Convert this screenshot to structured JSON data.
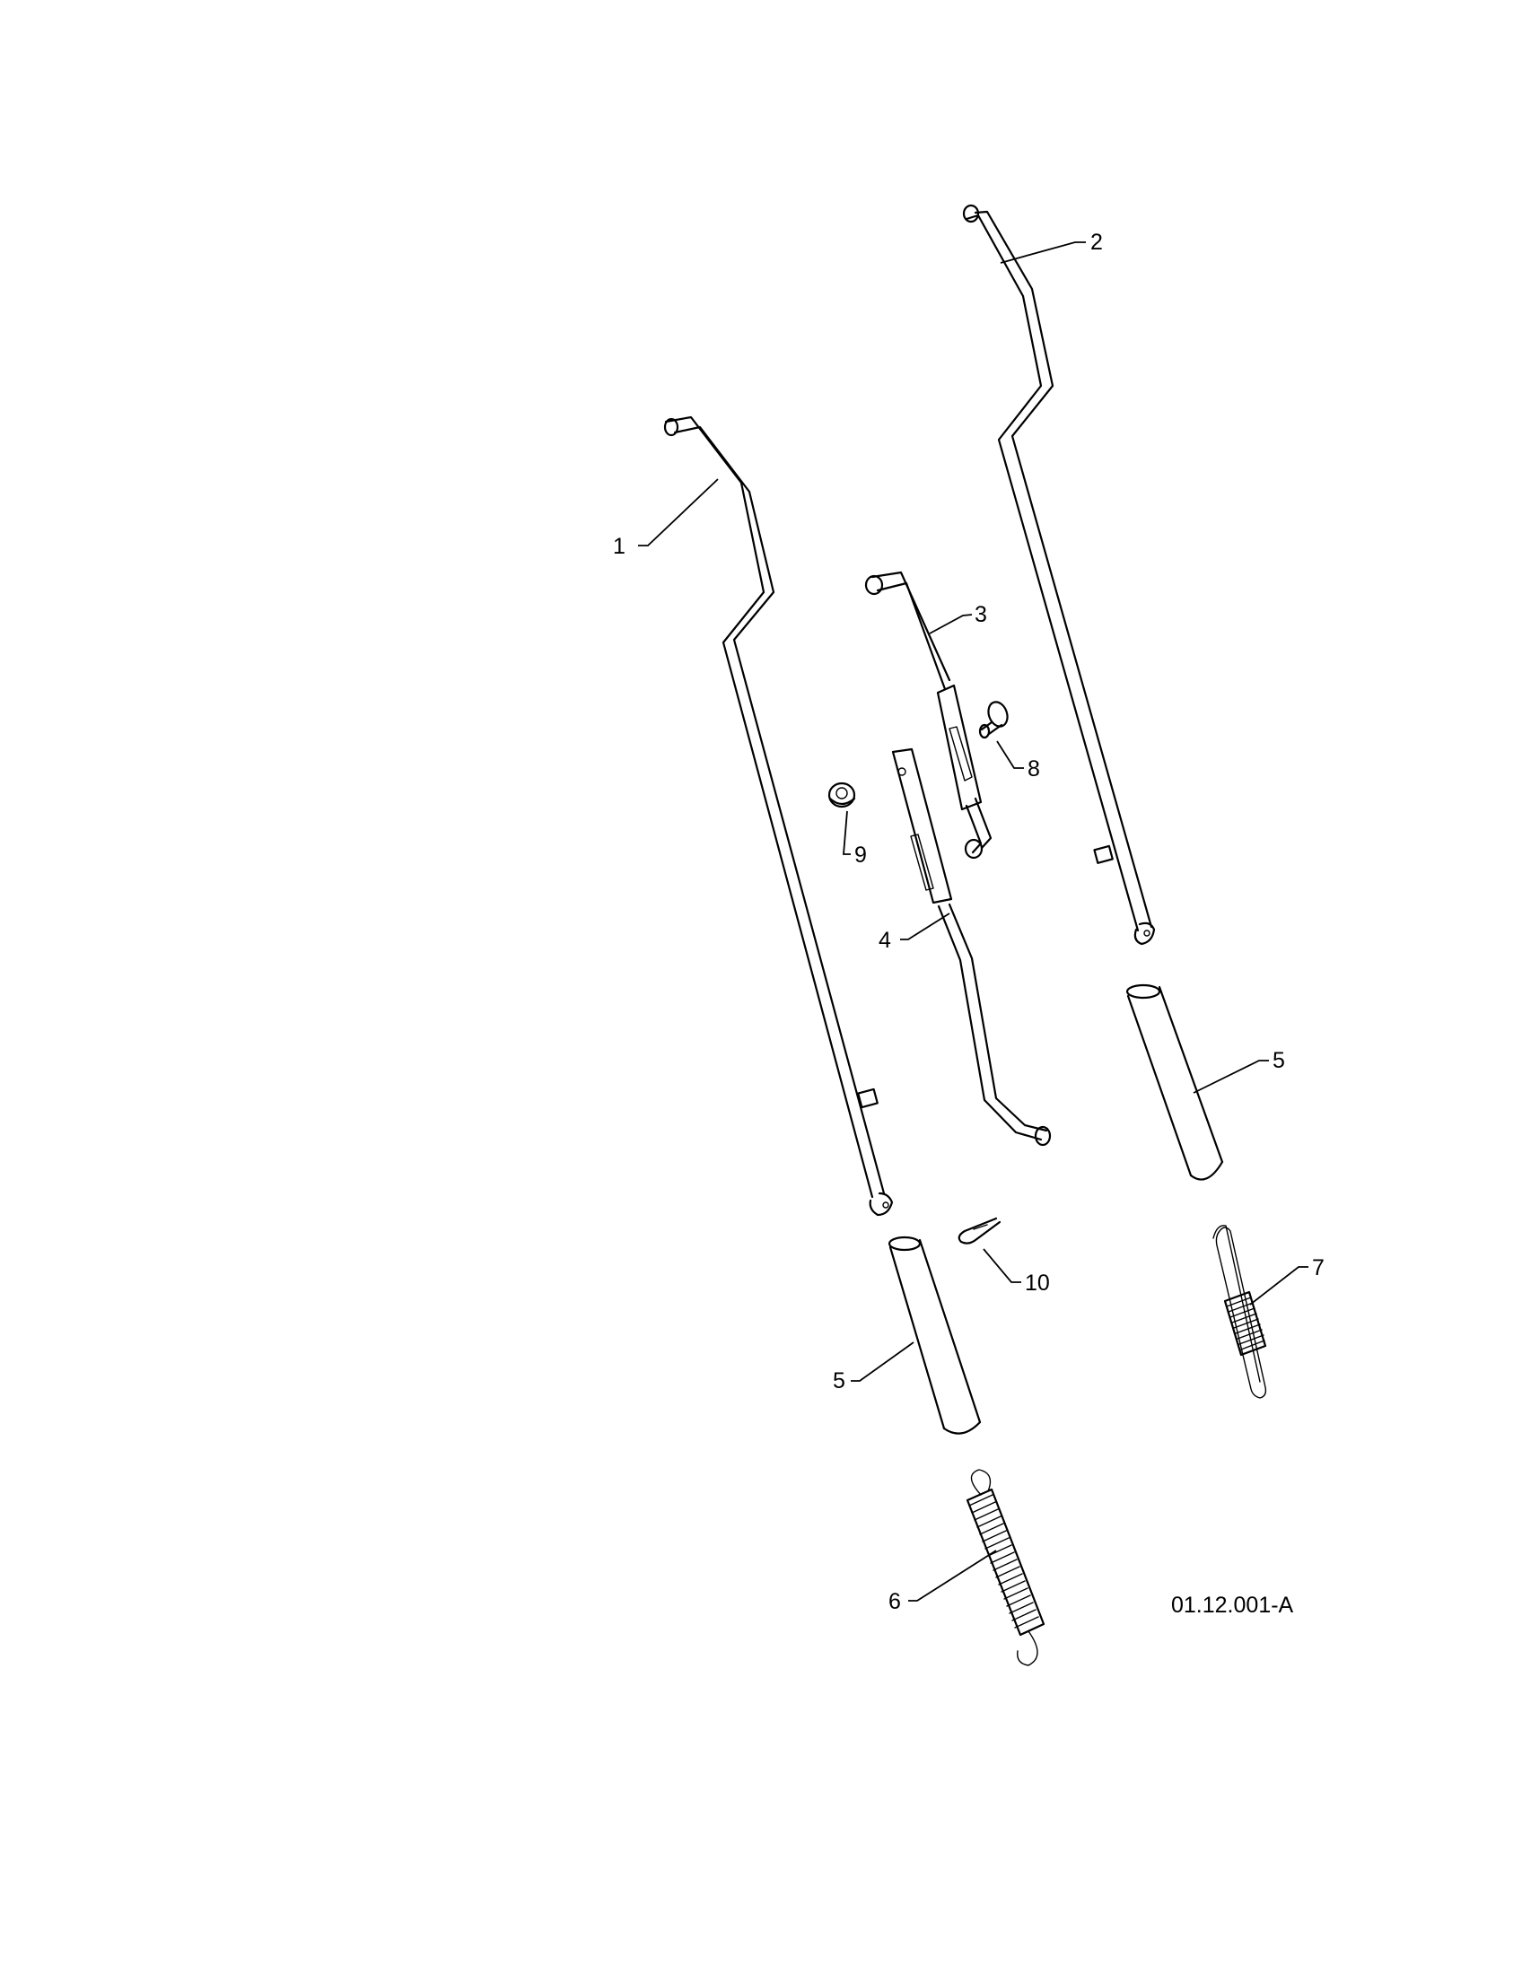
{
  "callouts": {
    "c1": "1",
    "c2": "2",
    "c3": "3",
    "c4": "4",
    "c5a": "5",
    "c5b": "5",
    "c6": "6",
    "c7": "7",
    "c8": "8",
    "c9": "9",
    "c10": "10"
  },
  "drawing_id": "01.12.001-A"
}
